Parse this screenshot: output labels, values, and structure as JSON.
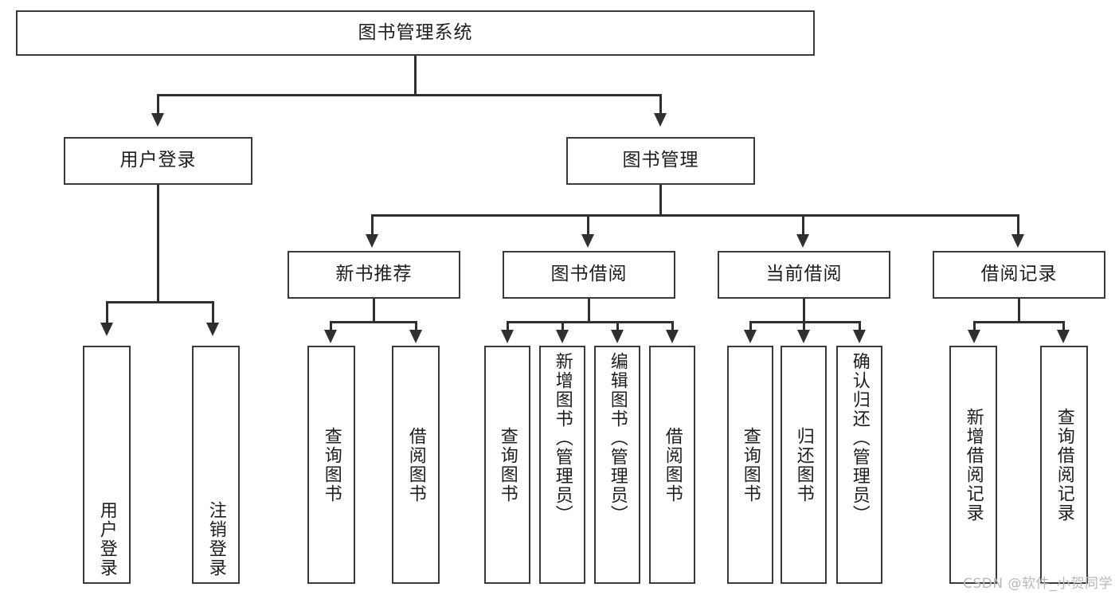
{
  "diagram": {
    "type": "tree-hierarchy-chart",
    "title": "图书管理系统",
    "orientation": "top-down",
    "style": {
      "box_fill": "#ffffff",
      "box_border": "#3a3a3a",
      "connector": "#2f2f2f",
      "text": "#1d1d1d",
      "background": "#ffffff"
    },
    "levels": 4,
    "root": {
      "label": "图书管理系统"
    },
    "level2": [
      {
        "id": "user-login",
        "label": "用户登录"
      },
      {
        "id": "book-management",
        "label": "图书管理"
      }
    ],
    "level3": [
      {
        "id": "new-book-recommend",
        "label": "新书推荐",
        "parent": "book-management"
      },
      {
        "id": "book-borrow",
        "label": "图书借阅",
        "parent": "book-management"
      },
      {
        "id": "current-borrow",
        "label": "当前借阅",
        "parent": "book-management"
      },
      {
        "id": "borrow-record",
        "label": "借阅记录",
        "parent": "book-management"
      }
    ],
    "leaves": {
      "user_login": [
        {
          "id": "leaf-user-login",
          "label": "用户登录"
        },
        {
          "id": "leaf-logout",
          "label": "注销登录"
        }
      ],
      "new_book_recommend": [
        {
          "id": "leaf-query-book-1",
          "label": "查询图书"
        },
        {
          "id": "leaf-borrow-book-1",
          "label": "借阅图书"
        }
      ],
      "book_borrow": [
        {
          "id": "leaf-query-book-2",
          "label": "查询图书"
        },
        {
          "id": "leaf-add-book",
          "label": "新增图书（管理员）"
        },
        {
          "id": "leaf-edit-book",
          "label": "编辑图书（管理员）"
        },
        {
          "id": "leaf-borrow-book-2",
          "label": "借阅图书"
        }
      ],
      "current_borrow": [
        {
          "id": "leaf-query-book-3",
          "label": "查询图书"
        },
        {
          "id": "leaf-return-book",
          "label": "归还图书"
        },
        {
          "id": "leaf-confirm-return",
          "label": "确认归还（管理员）"
        }
      ],
      "borrow_record": [
        {
          "id": "leaf-add-record",
          "label": "新增借阅记录"
        },
        {
          "id": "leaf-query-record",
          "label": "查询借阅记录"
        }
      ]
    }
  },
  "watermark": {
    "text": "CSDN @软件_小贺同学"
  }
}
